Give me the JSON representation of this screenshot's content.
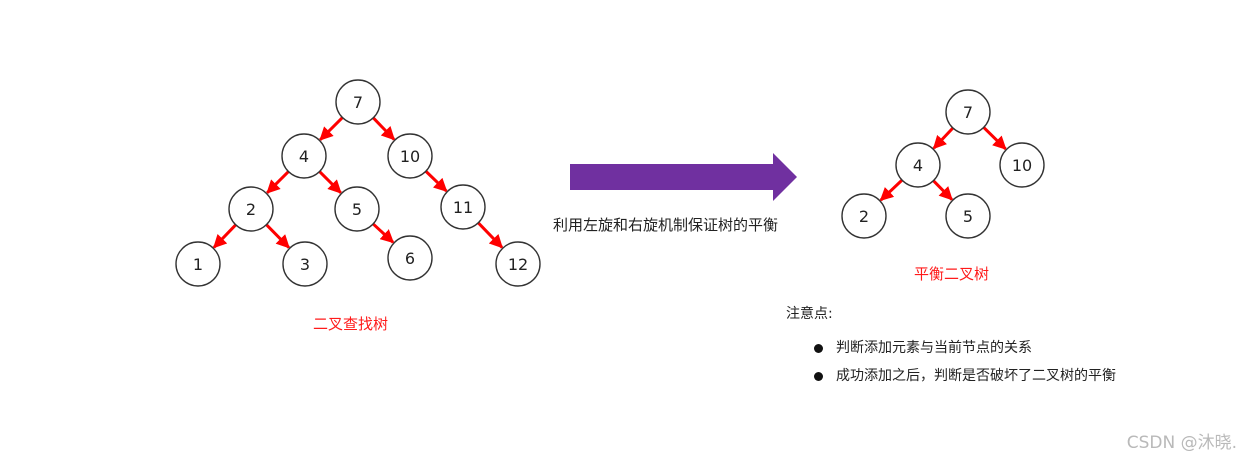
{
  "bst": {
    "caption": "二叉查找树",
    "nodes": [
      "7",
      "4",
      "10",
      "2",
      "5",
      "11",
      "1",
      "3",
      "6",
      "12"
    ]
  },
  "avl": {
    "caption": "平衡二叉树",
    "nodes": [
      "7",
      "4",
      "10",
      "2",
      "5"
    ]
  },
  "transform": {
    "label": "利用左旋和右旋机制保证树的平衡",
    "arrow_color": "#7030a0"
  },
  "notes": {
    "title": "注意点:",
    "items": [
      "判断添加元素与当前节点的关系",
      "成功添加之后，判断是否破坏了二叉树的平衡"
    ]
  },
  "colors": {
    "edge": "#ff0000",
    "caption": "#ff1a1a"
  },
  "watermark": "CSDN @沐晓."
}
